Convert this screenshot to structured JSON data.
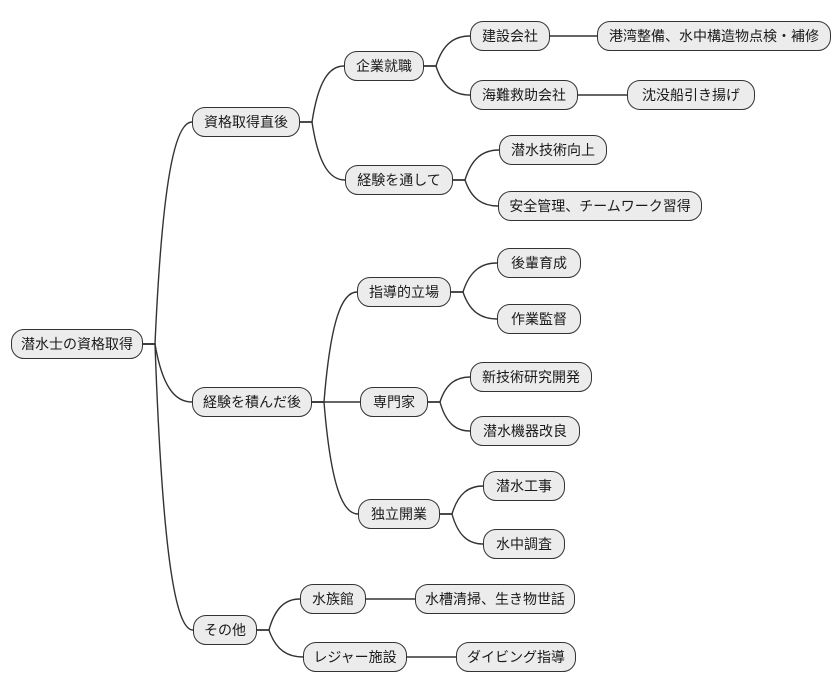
{
  "colors": {
    "background": "#ffffff",
    "node_fill": "#ececec",
    "node_border": "#333333",
    "connector": "#333333"
  },
  "mindmap": {
    "root": {
      "id": "root",
      "label": "潜水士の資格取得",
      "children": [
        {
          "id": "after-certification",
          "label": "資格取得直後",
          "children": [
            {
              "id": "company-employment",
              "label": "企業就職",
              "children": [
                {
                  "id": "construction-company",
                  "label": "建設会社",
                  "children": [
                    {
                      "id": "harbor-maintenance",
                      "label": "港湾整備、水中構造物点検・補修",
                      "children": []
                    }
                  ]
                },
                {
                  "id": "marine-rescue-company",
                  "label": "海難救助会社",
                  "children": [
                    {
                      "id": "sunken-ship-salvage",
                      "label": "沈没船引き揚げ",
                      "children": []
                    }
                  ]
                }
              ]
            },
            {
              "id": "through-experience",
              "label": "経験を通して",
              "children": [
                {
                  "id": "diving-skill-improvement",
                  "label": "潜水技術向上",
                  "children": []
                },
                {
                  "id": "safety-teamwork",
                  "label": "安全管理、チームワーク習得",
                  "children": []
                }
              ]
            }
          ]
        },
        {
          "id": "after-experience",
          "label": "経験を積んだ後",
          "children": [
            {
              "id": "leadership-position",
              "label": "指導的立場",
              "children": [
                {
                  "id": "junior-training",
                  "label": "後輩育成",
                  "children": []
                },
                {
                  "id": "work-supervision",
                  "label": "作業監督",
                  "children": []
                }
              ]
            },
            {
              "id": "specialist",
              "label": "専門家",
              "children": [
                {
                  "id": "new-technology-rd",
                  "label": "新技術研究開発",
                  "children": []
                },
                {
                  "id": "equipment-improvement",
                  "label": "潜水機器改良",
                  "children": []
                }
              ]
            },
            {
              "id": "independent-business",
              "label": "独立開業",
              "children": [
                {
                  "id": "diving-construction",
                  "label": "潜水工事",
                  "children": []
                },
                {
                  "id": "underwater-survey",
                  "label": "水中調査",
                  "children": []
                }
              ]
            }
          ]
        },
        {
          "id": "others",
          "label": "その他",
          "children": [
            {
              "id": "aquarium",
              "label": "水族館",
              "children": [
                {
                  "id": "tank-cleaning-care",
                  "label": "水槽清掃、生き物世話",
                  "children": []
                }
              ]
            },
            {
              "id": "leisure-facility",
              "label": "レジャー施設",
              "children": [
                {
                  "id": "diving-instruction",
                  "label": "ダイビング指導",
                  "children": []
                }
              ]
            }
          ]
        }
      ]
    }
  }
}
